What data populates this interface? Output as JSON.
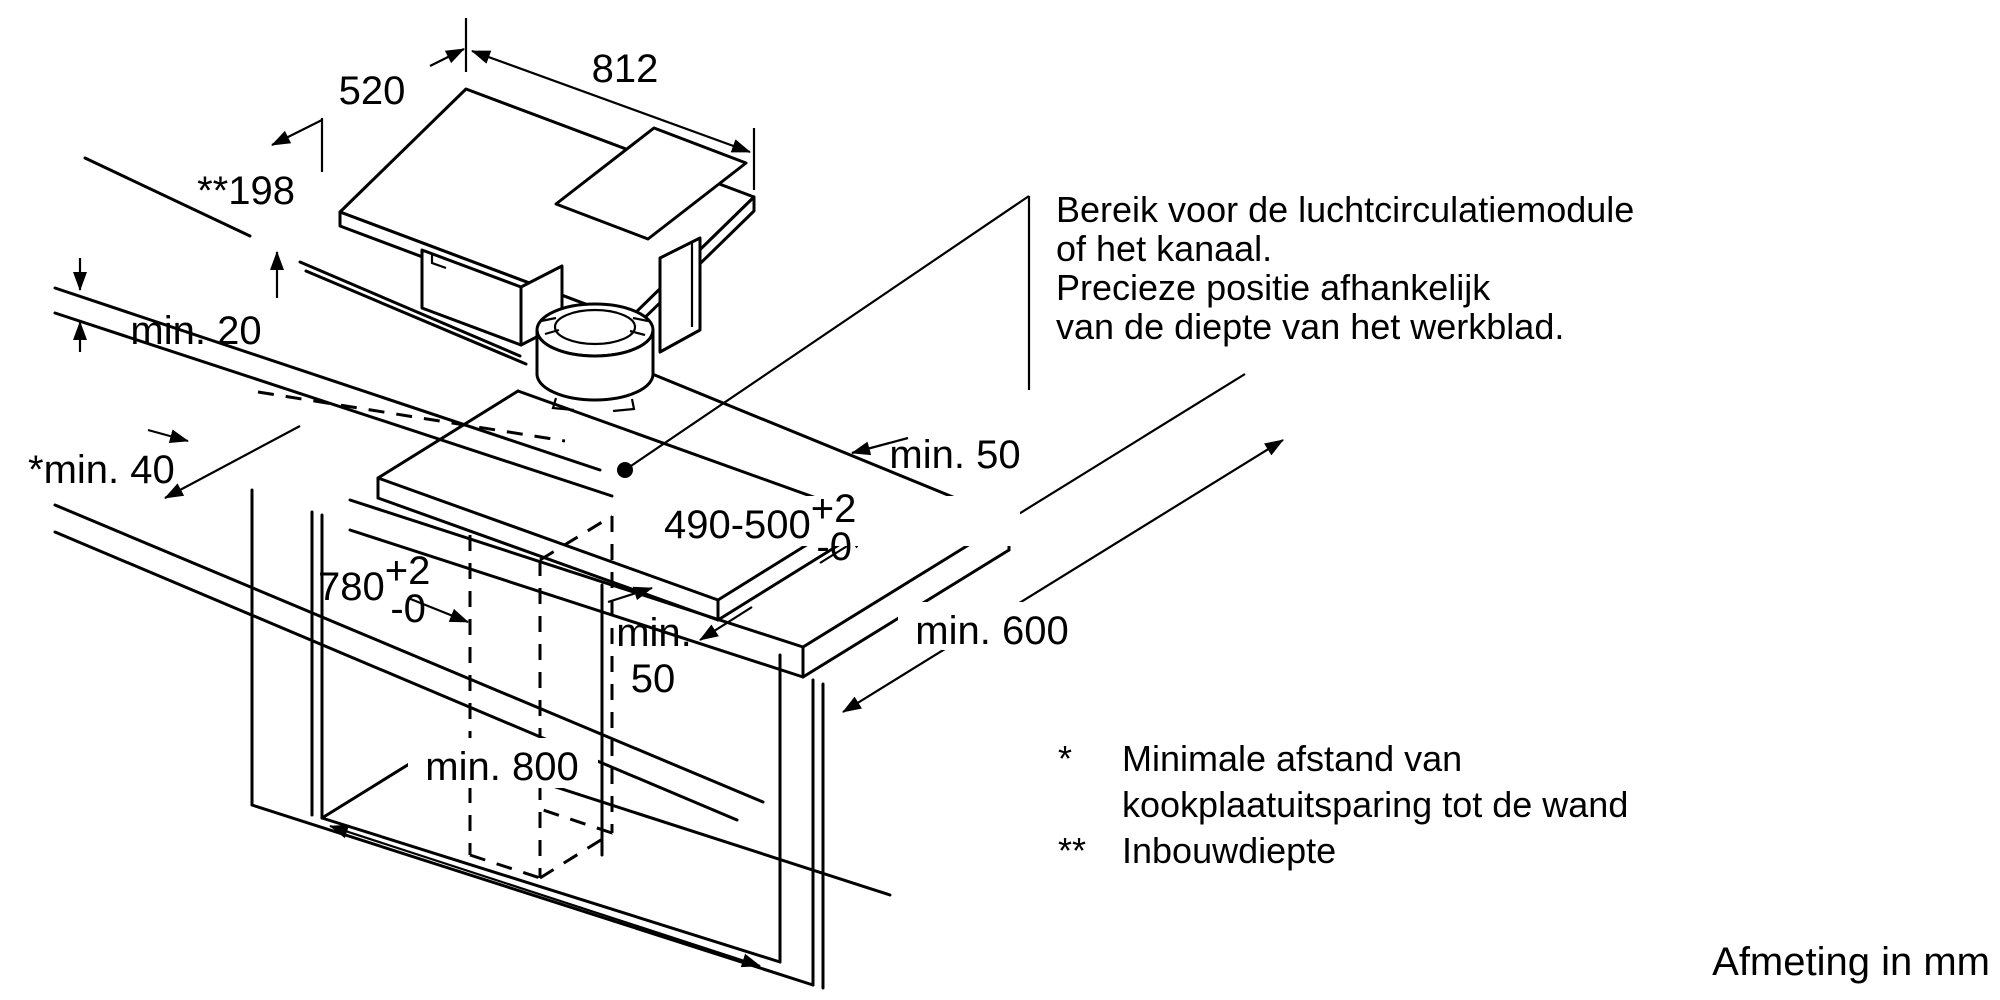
{
  "colors": {
    "ink": "#000000",
    "background": "#ffffff"
  },
  "dimensions": {
    "top_width": "812",
    "top_depth": "520",
    "install_depth": "**198",
    "wall_gap": "min. 20",
    "wall_clearance": "*min. 40",
    "back_clearance": "min. 50",
    "cutout_depth": {
      "value": "490-500",
      "tol_plus": "+2",
      "tol_minus": "-0"
    },
    "cutout_width": {
      "value": "780",
      "tol_plus": "+2",
      "tol_minus": "-0"
    },
    "front_clearance_line1": "min.",
    "front_clearance_line2": "50",
    "worktop_depth": "min. 600",
    "cabinet_width": "min. 800"
  },
  "annotation": {
    "lines": [
      "Bereik voor de luchtcirculatiemodule",
      "of het kanaal.",
      "Precieze positie afhankelijk",
      "van de diepte van het werkblad."
    ]
  },
  "footnotes": [
    {
      "marker": "*",
      "line1": "Minimale afstand van",
      "line2": "kookplaatuitsparing tot de wand"
    },
    {
      "marker": "**",
      "line1": "Inbouwdiepte",
      "line2": ""
    }
  ],
  "units_note": "Afmeting in mm"
}
